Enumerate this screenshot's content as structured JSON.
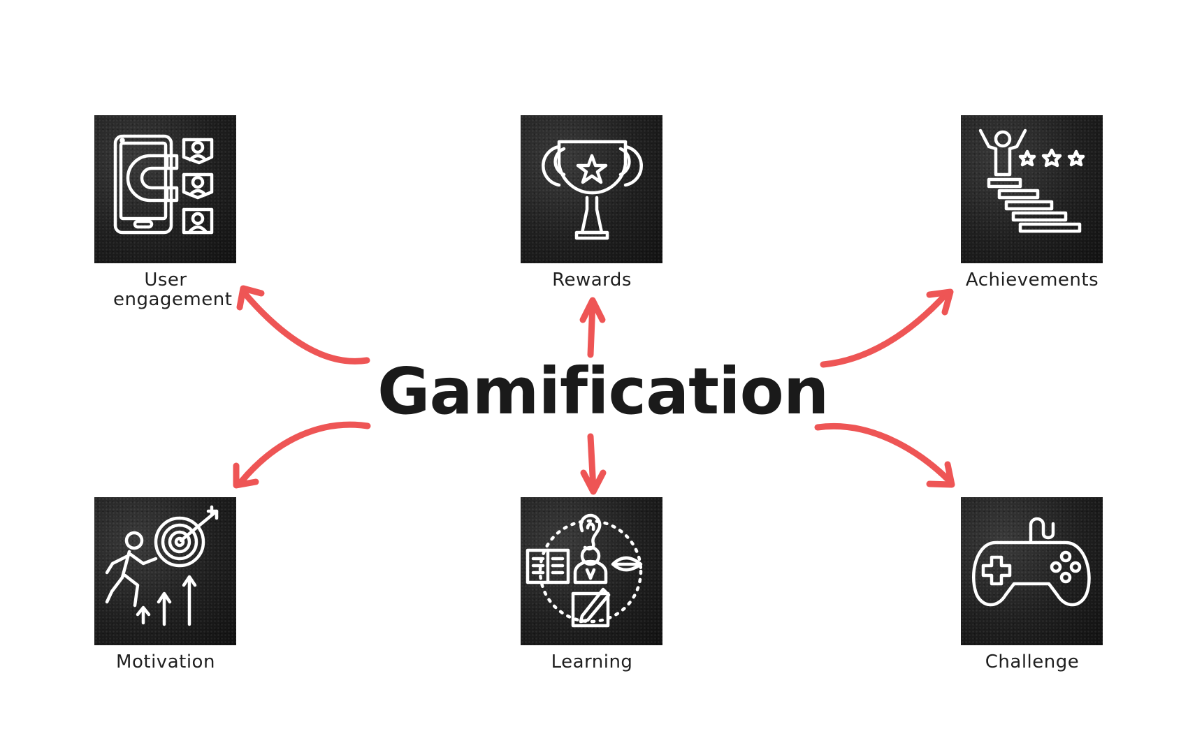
{
  "title": "Gamification",
  "accent_color": "#ee5555",
  "nodes": [
    {
      "id": "user-engagement",
      "label": "User engagement",
      "icon": "phone-magnet-users-icon"
    },
    {
      "id": "rewards",
      "label": "Rewards",
      "icon": "trophy-icon"
    },
    {
      "id": "achievements",
      "label": "Achievements",
      "icon": "podium-stairs-stars-icon"
    },
    {
      "id": "motivation",
      "label": "Motivation",
      "icon": "runner-target-icon"
    },
    {
      "id": "learning",
      "label": "Learning",
      "icon": "learning-senses-icon"
    },
    {
      "id": "challenge",
      "label": "Challenge",
      "icon": "gamepad-icon"
    }
  ]
}
